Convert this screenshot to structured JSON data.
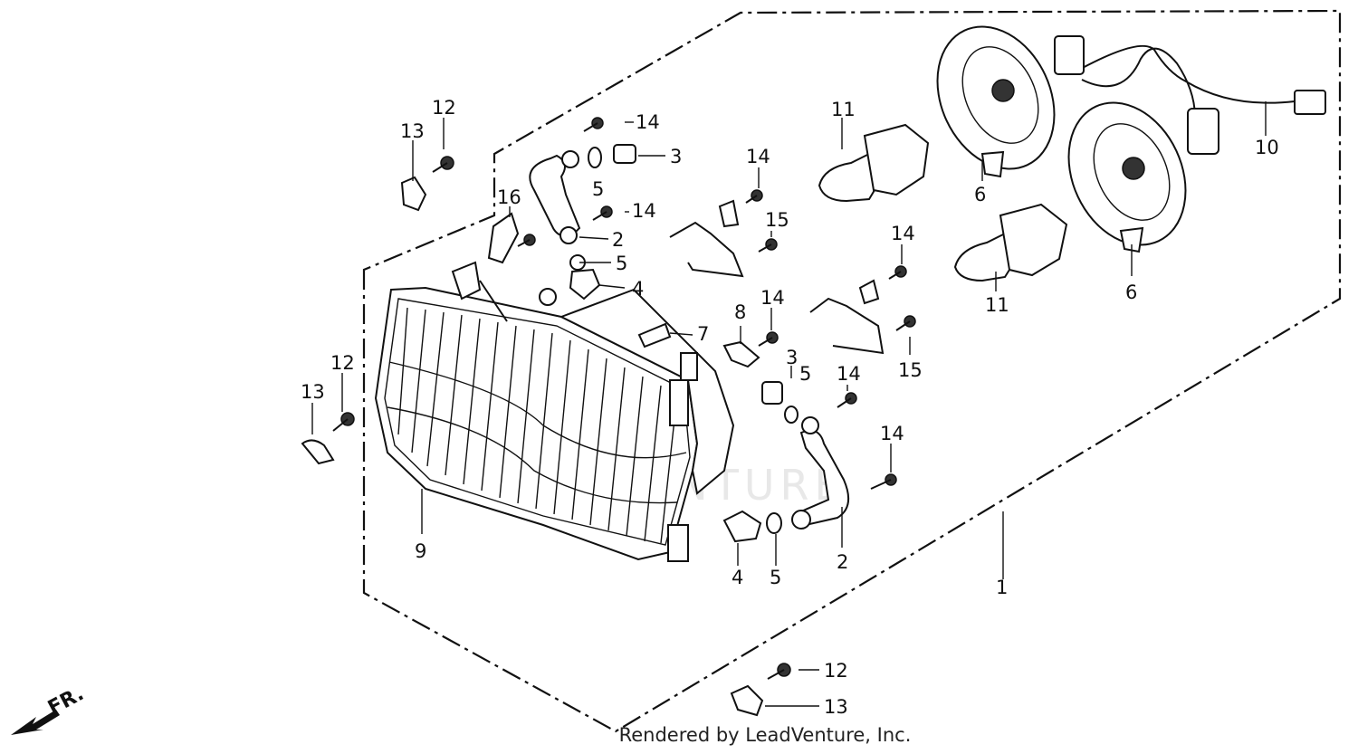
{
  "watermark": "LEADVENTURE",
  "direction_marker": "FR.",
  "footer_text": "Rendered by LeadVenture, Inc.",
  "callouts": {
    "c1": "1",
    "c2a": "2",
    "c2b": "2",
    "c3a": "3",
    "c3b": "3",
    "c4a": "4",
    "c4b": "4",
    "c5a": "5",
    "c5b": "5",
    "c5c": "5",
    "c5d": "5",
    "c6a": "6",
    "c6b": "6",
    "c7": "7",
    "c8": "8",
    "c9": "9",
    "c10": "10",
    "c11a": "11",
    "c11b": "11",
    "c12a": "12",
    "c12b": "12",
    "c12c": "12",
    "c13a": "13",
    "c13b": "13",
    "c13c": "13",
    "c14a": "14",
    "c14b": "14",
    "c14c": "14",
    "c14d": "14",
    "c14e": "14",
    "c14f": "14",
    "c14g": "14",
    "c15a": "15",
    "c15b": "15",
    "c16": "16"
  }
}
